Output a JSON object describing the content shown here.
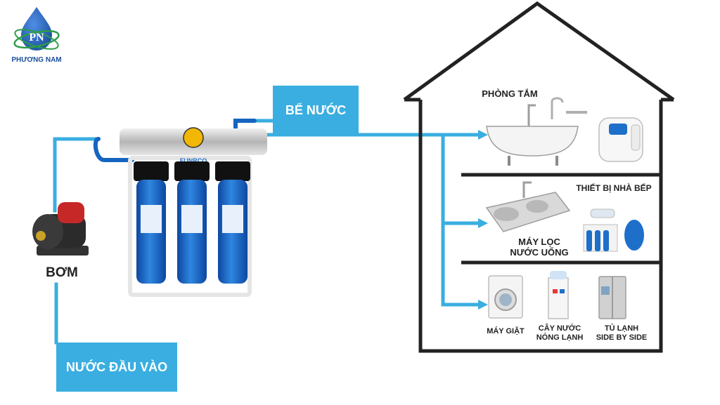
{
  "logo": {
    "initials": "PN",
    "name": "PHƯƠNG NAM"
  },
  "labels": {
    "input": "NƯỚC ĐẦU VÀO",
    "pump": "BƠM",
    "tank": "BỂ NƯỚC",
    "bathroom": "PHÒNG TẮM",
    "kitchen": "THIẾT BỊ NHÀ BẾP",
    "purifier_line1": "MÁY LỌC",
    "purifier_line2": "NƯỚC UỐNG",
    "washer": "MÁY GIẶT",
    "dispenser_line1": "CÂY NƯỚC",
    "dispenser_line2": "NÓNG LẠNH",
    "fridge_line1": "TỦ LẠNH",
    "fridge_line2": "SIDE BY SIDE",
    "filter_brand": "FUNRCO"
  },
  "colors": {
    "pipe": "#3aaee0",
    "pipe_dark": "#1565c0",
    "filter_blue": "#1e6fc9",
    "house_outline": "#222222",
    "logo_blue": "#1a4f9c",
    "logo_green": "#2e9c4a",
    "pump_red": "#c62828"
  }
}
